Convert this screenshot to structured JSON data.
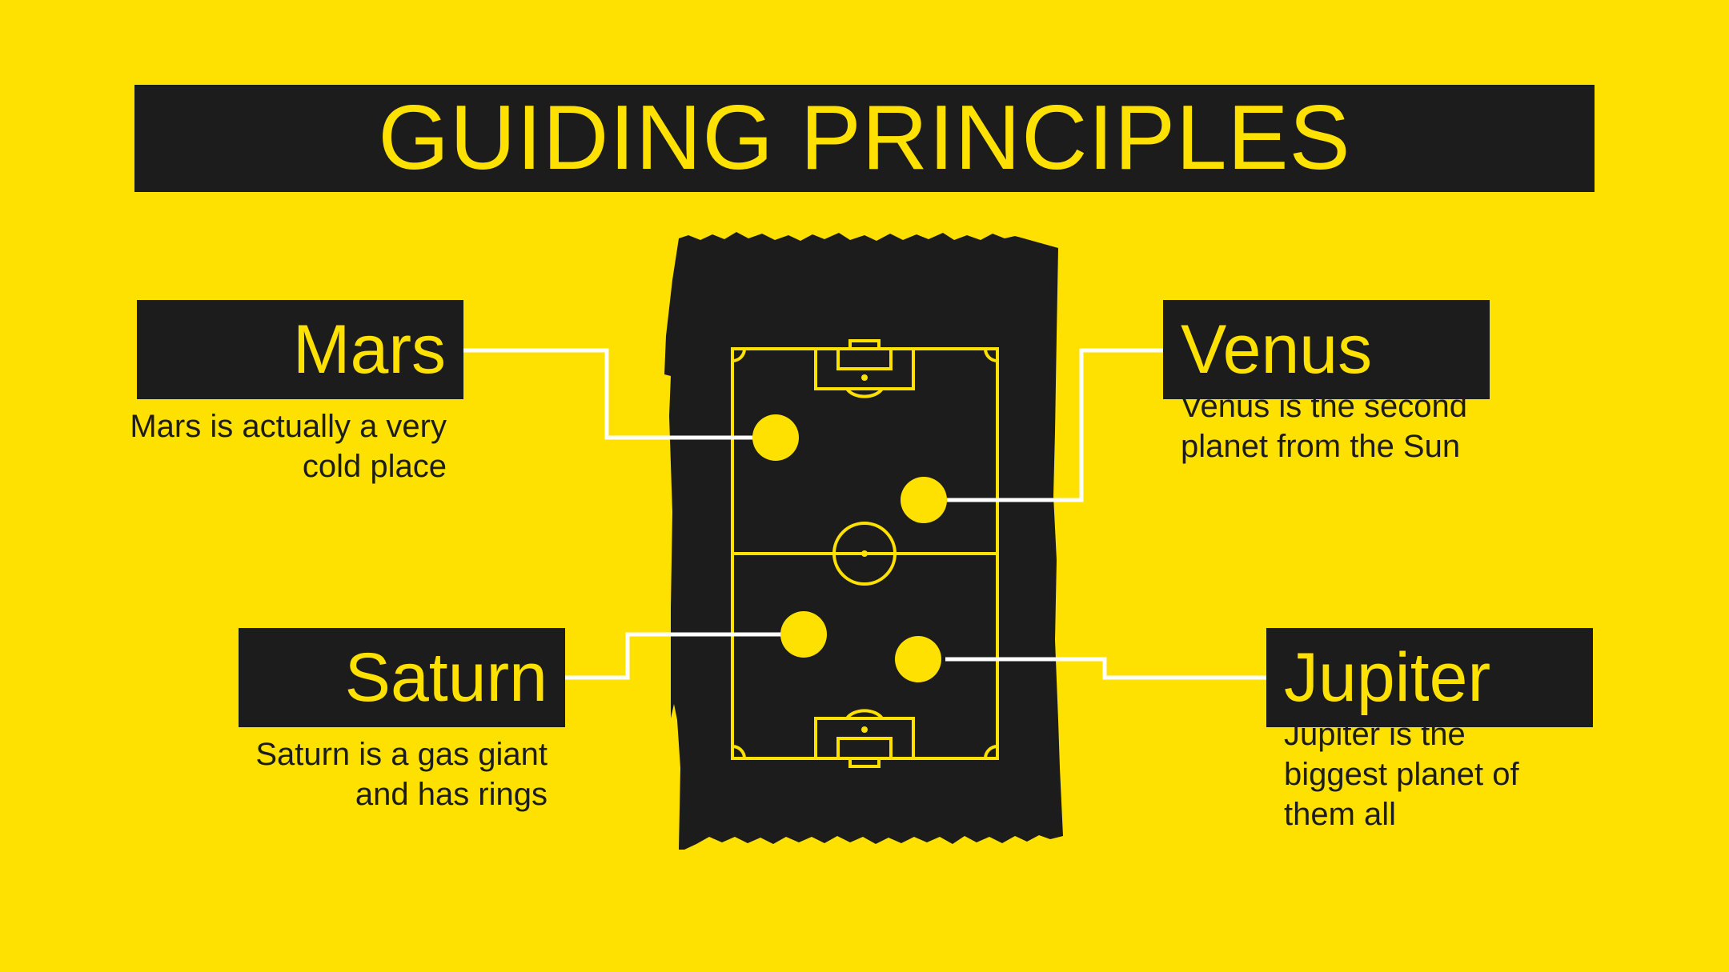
{
  "title": "GUIDING PRINCIPLES",
  "colors": {
    "background": "#FFE100",
    "dark": "#1C1C1C",
    "accent": "#FFE100",
    "connector": "#FFFFFF"
  },
  "items": [
    {
      "label": "Mars",
      "description": "Mars is actually a very cold place"
    },
    {
      "label": "Venus",
      "description": "Venus is the second planet from the Sun"
    },
    {
      "label": "Saturn",
      "description": "Saturn is a gas giant and has rings"
    },
    {
      "label": "Jupiter",
      "description": "Jupiter is the biggest planet of them all"
    }
  ]
}
